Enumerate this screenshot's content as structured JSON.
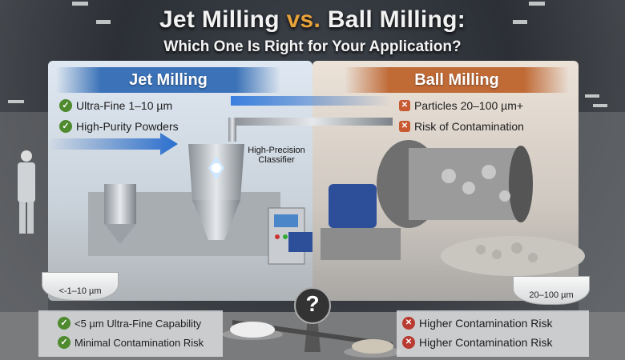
{
  "title": {
    "part1": "Jet Milling",
    "vs": "vs.",
    "part2": "Ball Milling:"
  },
  "subtitle": "Which One Is Right for Your Application?",
  "jet": {
    "heading": "Jet Milling",
    "pros": [
      "Ultra-Fine 1–10 µm",
      "High-Purity Powders"
    ],
    "classifier_label": "High-Precision Classifier",
    "dish_label": "<-1–10 µm",
    "bottom": [
      "<5 µm Ultra-Fine Capability",
      "Minimal Contamination Risk"
    ]
  },
  "ball": {
    "heading": "Ball Milling",
    "cons": [
      "Particles 20–100 µm+",
      "Risk of Contamination"
    ],
    "dish_label": "20–100 µm",
    "bottom": [
      "Higher Contamination Risk",
      "Higher Contamination Risk"
    ]
  },
  "scale": {
    "symbol": "?"
  },
  "colors": {
    "jet_accent": "#3b72b8",
    "ball_accent": "#c06a36",
    "vs": "#e8a23a",
    "check": "#4f8a2e",
    "cross": "#b83a30"
  }
}
